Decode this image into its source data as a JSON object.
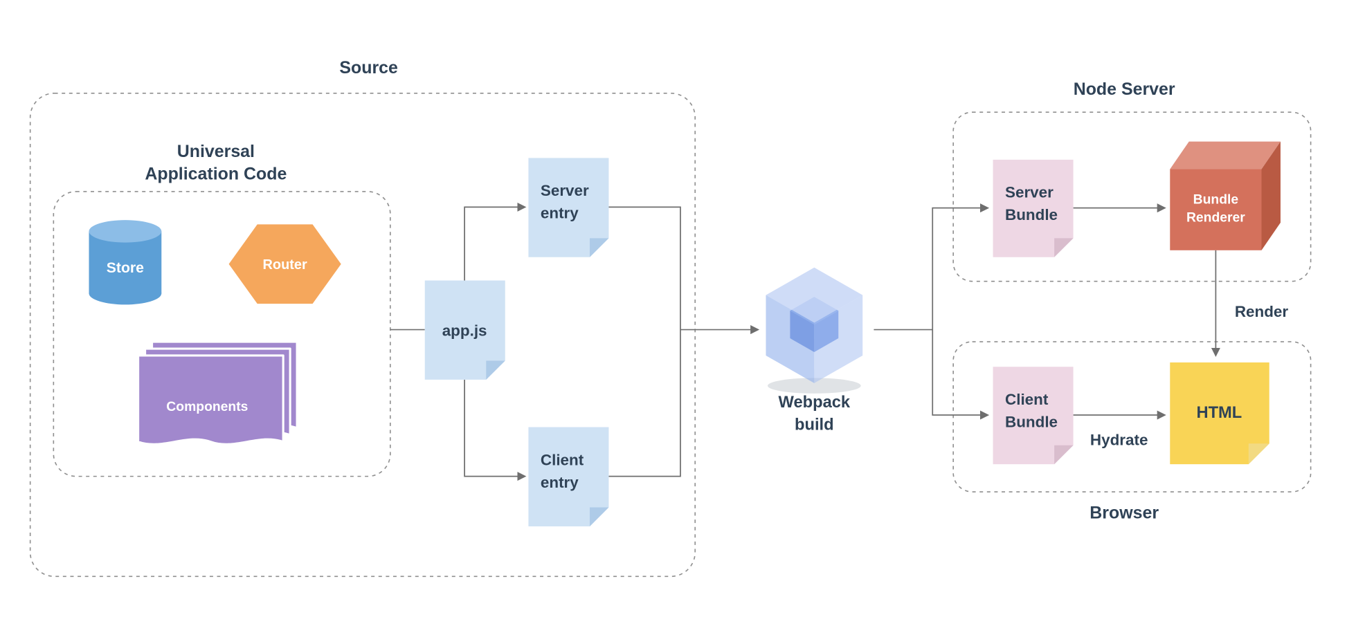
{
  "diagram": {
    "groups": {
      "source": {
        "label": "Source"
      },
      "universal": {
        "line1": "Universal",
        "line2": "Application Code"
      },
      "node_server": {
        "label": "Node Server"
      },
      "browser": {
        "label": "Browser"
      }
    },
    "nodes": {
      "store": {
        "label": "Store",
        "fill": "#5c9fd6",
        "top_fill": "#8cbde7"
      },
      "router": {
        "label": "Router",
        "fill": "#f5a75c"
      },
      "components": {
        "label": "Components",
        "fill": "#a188cd"
      },
      "app_js": {
        "label": "app.js",
        "fill": "#cfe2f4"
      },
      "server_entry": {
        "line1": "Server",
        "line2": "entry",
        "fill": "#cfe2f4"
      },
      "client_entry": {
        "line1": "Client",
        "line2": "entry",
        "fill": "#cfe2f4"
      },
      "webpack_build": {
        "line1": "Webpack",
        "line2": "build",
        "outer_fill": "#8fb0ee",
        "inner_fill": "#5c82d8"
      },
      "server_bundle": {
        "line1": "Server",
        "line2": "Bundle",
        "fill": "#eed7e4"
      },
      "bundle_renderer": {
        "line1": "Bundle",
        "line2": "Renderer",
        "front_fill": "#d4715c",
        "top_fill": "#df9180",
        "side_fill": "#b95a43"
      },
      "client_bundle": {
        "line1": "Client",
        "line2": "Bundle",
        "fill": "#eed7e4"
      },
      "html": {
        "label": "HTML",
        "fill": "#f9d456"
      }
    },
    "edges": {
      "render": {
        "label": "Render"
      },
      "hydrate": {
        "label": "Hydrate"
      }
    },
    "colors": {
      "background": "#ffffff",
      "arrow": "#6e6e6e",
      "dashed_border": "#8f8f8f",
      "heading_text": "#2f4256",
      "light_label_text": "#ffffff"
    }
  }
}
